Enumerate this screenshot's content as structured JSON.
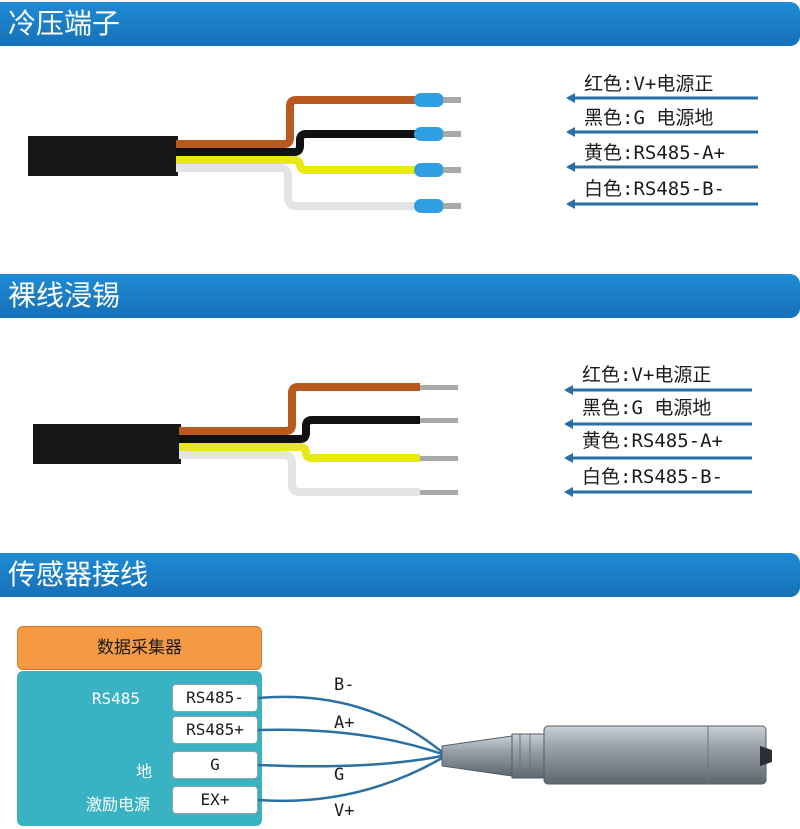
{
  "sections": {
    "crimp_title": "冷压端子",
    "bare_title": "裸线浸锡",
    "sensor_title": "传感器接线"
  },
  "crimp_legend": [
    "红色:V+电源正",
    "黑色:G 电源地",
    "黄色:RS485-A+",
    "白色:RS485-B-"
  ],
  "bare_legend": [
    "红色:V+电源正",
    "黑色:G 电源地",
    "黄色:RS485-A+",
    "白色:RS485-B-"
  ],
  "wiring": {
    "collector_title": "数据采集器",
    "terminals": [
      {
        "label": "RS485",
        "box": "RS485-"
      },
      {
        "label": "",
        "box": "RS485+"
      },
      {
        "label": "地",
        "box": "G"
      },
      {
        "label": "激励电源",
        "box": "EX+"
      }
    ],
    "wire_labels": [
      "B-",
      "A+",
      "G",
      "V+"
    ]
  },
  "colors": {
    "header_blue": "#1b7fc9",
    "arrow_blue": "#2a6ea6",
    "wire_red": "#b85a1f",
    "wire_black": "#111111",
    "wire_yellow": "#e8e817",
    "wire_white": "#e4e4e4",
    "ferrule_blue": "#2e9fe0",
    "collector_orange": "#f49a45",
    "panel_teal": "#39b2c4"
  }
}
